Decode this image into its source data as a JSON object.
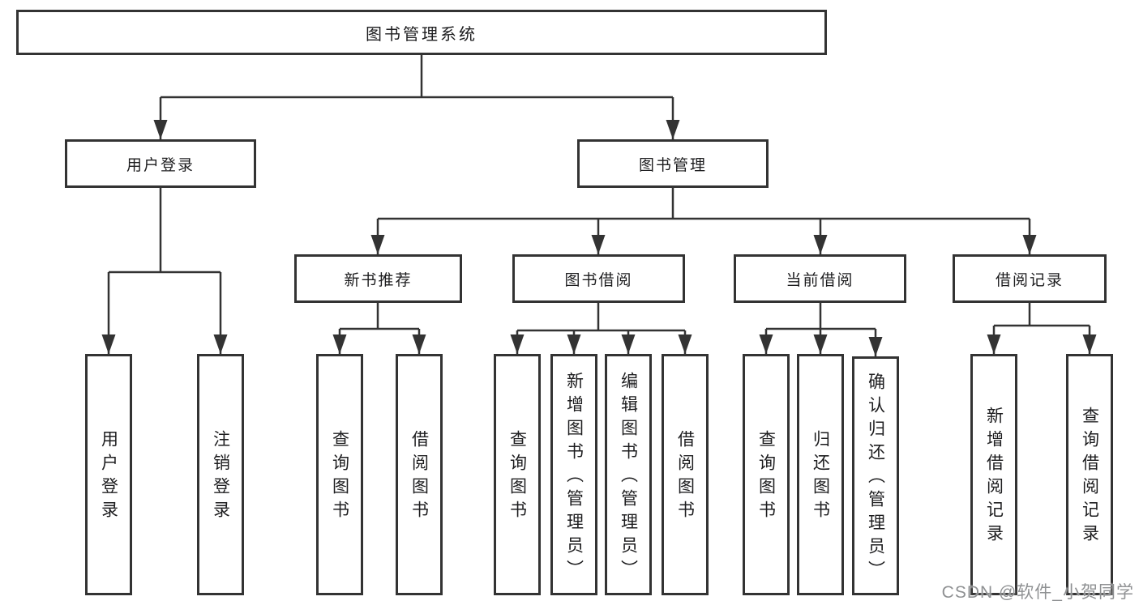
{
  "diagram": {
    "root": {
      "label": "图书管理系统"
    },
    "branches": [
      {
        "label": "用户登录",
        "children": [
          {
            "label": "用户登录"
          },
          {
            "label": "注销登录"
          }
        ]
      },
      {
        "label": "图书管理",
        "children": [
          {
            "label": "新书推荐",
            "children": [
              {
                "label": "查询图书"
              },
              {
                "label": "借阅图书"
              }
            ]
          },
          {
            "label": "图书借阅",
            "children": [
              {
                "label": "查询图书"
              },
              {
                "label": "新增图书（管理员）"
              },
              {
                "label": "编辑图书（管理员）"
              },
              {
                "label": "借阅图书"
              }
            ]
          },
          {
            "label": "当前借阅",
            "children": [
              {
                "label": "查询图书"
              },
              {
                "label": "归还图书"
              },
              {
                "label": "确认归还（管理员）"
              }
            ]
          },
          {
            "label": "借阅记录",
            "children": [
              {
                "label": "新增借阅记录"
              },
              {
                "label": "查询借阅记录"
              }
            ]
          }
        ]
      }
    ]
  },
  "colors": {
    "line": "#333333",
    "text": "#1d1d1f",
    "background": "#ffffff",
    "watermark": "#8f9193"
  },
  "watermark": {
    "text": "CSDN @软件_小贺同学"
  }
}
